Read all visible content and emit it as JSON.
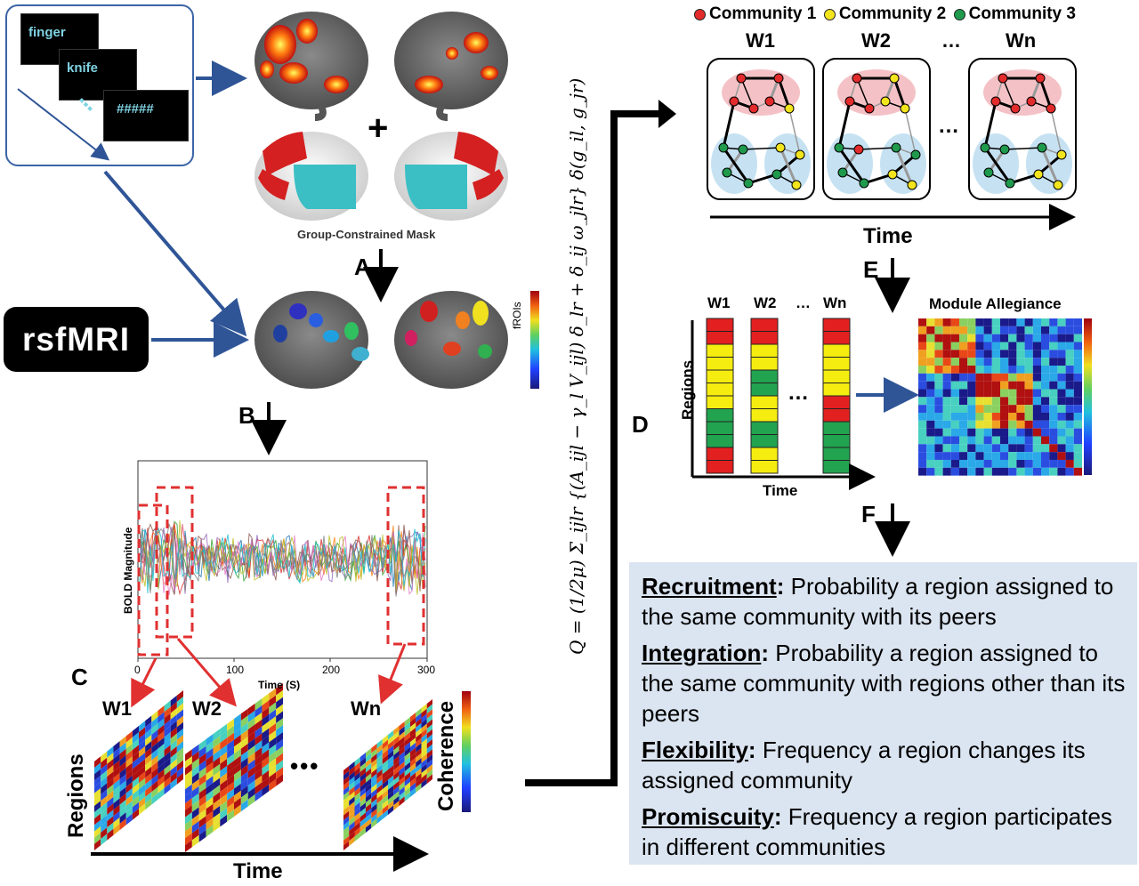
{
  "stimulus": {
    "words": [
      "finger",
      "knife",
      "#####"
    ],
    "dots": "⋮"
  },
  "rsfmri_label": "rsfMRI",
  "plus_sign": "+",
  "mask_label": "Group-Constrained Mask",
  "froi_label": "fROIs",
  "steps": {
    "a": "A",
    "b": "B",
    "c": "C",
    "d": "D",
    "e": "E",
    "f": "F"
  },
  "bold_plot": {
    "ylabel": "BOLD Magnitude",
    "xlabel": "Time (S)",
    "xticks": [
      "0",
      "100",
      "200",
      "300"
    ]
  },
  "coherence": {
    "windows": [
      "W1",
      "W2",
      "Wn"
    ],
    "ellipsis": "•••",
    "ylabel": "Regions",
    "xlabel": "Time",
    "colorbar_label": "Coherence"
  },
  "formula_text": "Q = (1/2μ) Σ_ijlr {(A_ijl − γ_l V_ijl) δ_lr + δ_ij ω_jlr} δ(g_il, g_jr)",
  "networks": {
    "legend": [
      "Community 1",
      "Community 2",
      "Community 3"
    ],
    "windows": [
      "W1",
      "W2",
      "…",
      "Wn"
    ],
    "ellipsis": "…",
    "time_label": "Time"
  },
  "allegiance": {
    "windows": [
      "W1",
      "W2",
      "…",
      "Wn"
    ],
    "ellipsis": "…",
    "ylabel": "Regions",
    "xlabel": "Time",
    "title": "Module Allegiance"
  },
  "metrics": [
    {
      "term": "Recruitment",
      "desc": " Probability a region assigned to the same community with its peers"
    },
    {
      "term": "Integration",
      "desc": " Probability a region assigned to the same community with regions other than its peers"
    },
    {
      "term": "Flexibility",
      "desc": " Frequency a region changes its assigned community"
    },
    {
      "term": "Promiscuity",
      "desc": " Frequency a region participates in different communities"
    }
  ],
  "colors": {
    "community1": "#e32b2b",
    "community2": "#f2e51d",
    "community3": "#1f9a4d",
    "arrow_blue": "#2f5597",
    "dashed_red": "#e03030",
    "panel_bg": "#dbe5f1"
  }
}
